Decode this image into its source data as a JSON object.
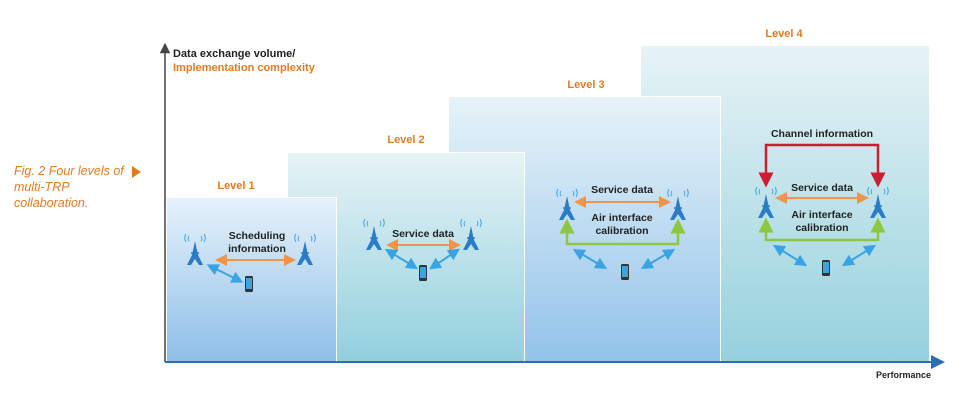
{
  "caption": {
    "lines": [
      "Fig. 2 Four levels of",
      "multi-TRP",
      "collaboration."
    ],
    "color": "#e07b22"
  },
  "axes": {
    "y_label_line1": "Data exchange volume/",
    "y_label_line2": "Implementation complexity",
    "x_label": "Performance",
    "axis_color": "#2f6db3"
  },
  "levels": [
    {
      "title": "Level 1",
      "labels": [
        "Scheduling",
        "information"
      ],
      "links": [
        "scheduling-information"
      ]
    },
    {
      "title": "Level 2",
      "labels": [
        "Service data"
      ],
      "links": [
        "service-data"
      ]
    },
    {
      "title": "Level 3",
      "labels": [
        "Service data",
        "Air interface",
        "calibration"
      ],
      "links": [
        "service-data",
        "air-interface-calibration"
      ]
    },
    {
      "title": "Level 4",
      "labels": [
        "Channel information",
        "Service data",
        "Air interface",
        "calibration"
      ],
      "links": [
        "channel-information",
        "service-data",
        "air-interface-calibration"
      ]
    }
  ],
  "colors": {
    "accent": "#e07b22",
    "service_arrow": "#f0944a",
    "calibration_arrow": "#8dc63f",
    "channel_arrow": "#c8202f",
    "ue_arrow": "#3aa3e3",
    "tower": "#2a7cc7"
  }
}
